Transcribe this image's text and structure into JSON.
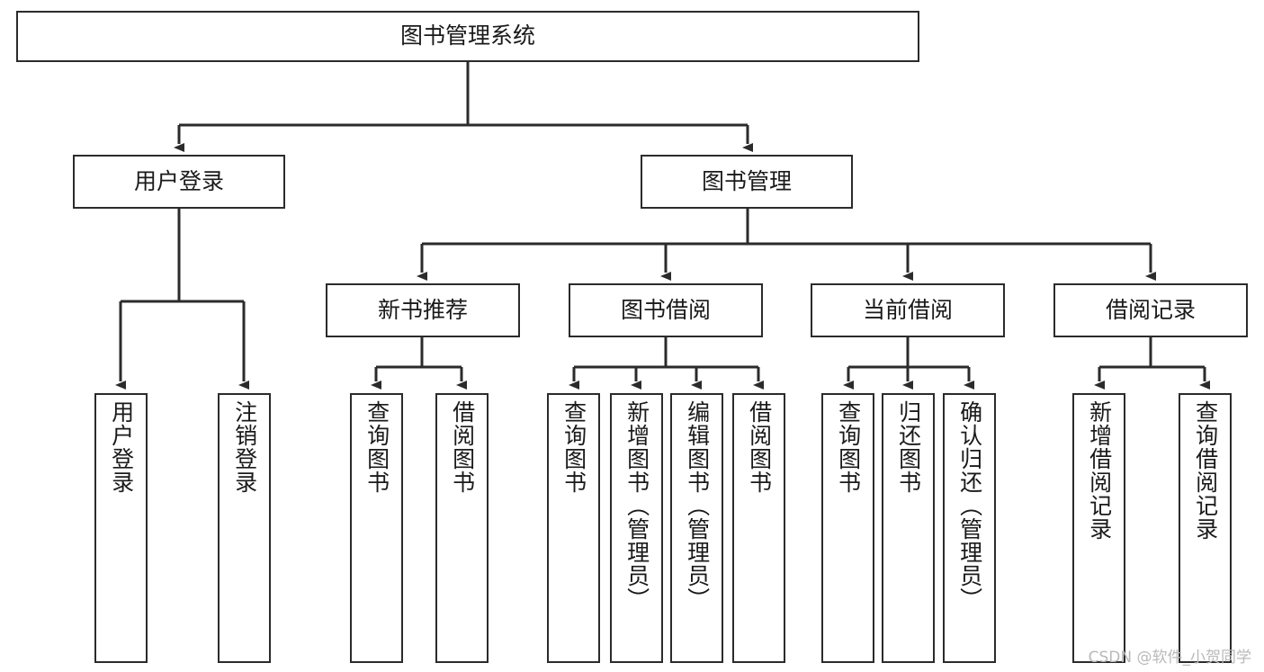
{
  "diagram": {
    "title": "图书管理系统",
    "type": "tree-hierarchy",
    "root": {
      "label": "图书管理系统"
    },
    "level1": [
      {
        "id": "user-login",
        "label": "用户登录"
      },
      {
        "id": "book-manage",
        "label": "图书管理"
      }
    ],
    "level2": [
      {
        "id": "new-book-recommend",
        "label": "新书推荐",
        "parent": "book-manage"
      },
      {
        "id": "book-borrow",
        "label": "图书借阅",
        "parent": "book-manage"
      },
      {
        "id": "current-borrow",
        "label": "当前借阅",
        "parent": "book-manage"
      },
      {
        "id": "borrow-record",
        "label": "借阅记录",
        "parent": "book-manage"
      }
    ],
    "leaves": [
      {
        "id": "leaf-user-login",
        "label": "用户登录",
        "parent": "user-login"
      },
      {
        "id": "leaf-logout-login",
        "label": "注销登录",
        "parent": "user-login"
      },
      {
        "id": "leaf-query-book-1",
        "label": "查询图书",
        "parent": "new-book-recommend"
      },
      {
        "id": "leaf-borrow-book-1",
        "label": "借阅图书",
        "parent": "new-book-recommend"
      },
      {
        "id": "leaf-query-book-2",
        "label": "查询图书",
        "parent": "book-borrow"
      },
      {
        "id": "leaf-add-book",
        "label": "新增图书（管理员）",
        "parent": "book-borrow"
      },
      {
        "id": "leaf-edit-book",
        "label": "编辑图书（管理员）",
        "parent": "book-borrow"
      },
      {
        "id": "leaf-borrow-book-2",
        "label": "借阅图书",
        "parent": "book-borrow"
      },
      {
        "id": "leaf-query-book-3",
        "label": "查询图书",
        "parent": "current-borrow"
      },
      {
        "id": "leaf-return-book",
        "label": "归还图书",
        "parent": "current-borrow"
      },
      {
        "id": "leaf-confirm-return",
        "label": "确认归还（管理员）",
        "parent": "current-borrow"
      },
      {
        "id": "leaf-add-record",
        "label": "新增借阅记录",
        "parent": "borrow-record"
      },
      {
        "id": "leaf-query-record",
        "label": "查询借阅记录",
        "parent": "borrow-record"
      }
    ],
    "colors": {
      "stroke": "#2b2b2b",
      "fill": "#ffffff",
      "text": "#1a1a1a",
      "watermark": "#b9b9b9"
    }
  },
  "watermark": {
    "text": "CSDN @软件_小贺同学"
  }
}
